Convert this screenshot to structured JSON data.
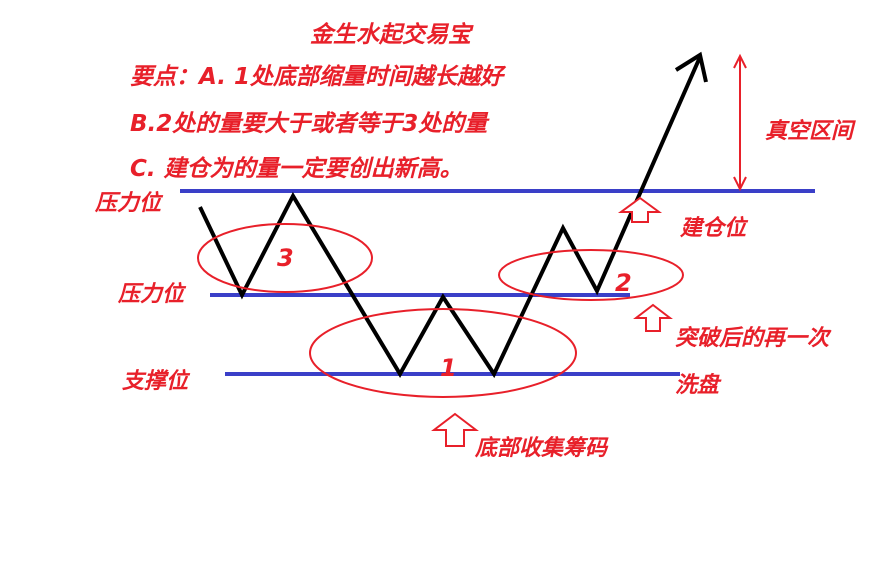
{
  "title": "金生水起交易宝",
  "notes": [
    "要点：A. 1处底部缩量时间越长越好",
    "B.2处的量要大于或者等于3处的量",
    "C. 建仓为的量一定要创出新高。"
  ],
  "levels": {
    "resistance_top": "压力位",
    "resistance_mid": "压力位",
    "support": "支撑位"
  },
  "annotations": {
    "vacuum_zone": "真空区间",
    "entry_position": "建仓位",
    "retest_line1": "突破后的再一次",
    "retest_line2": "洗盘",
    "bottom_accumulation": "底部收集筹码"
  },
  "markers": [
    "1",
    "2",
    "3"
  ],
  "colors": {
    "text": "#e8202a",
    "level_line": "#3a3fc8",
    "price_line": "#000000"
  }
}
